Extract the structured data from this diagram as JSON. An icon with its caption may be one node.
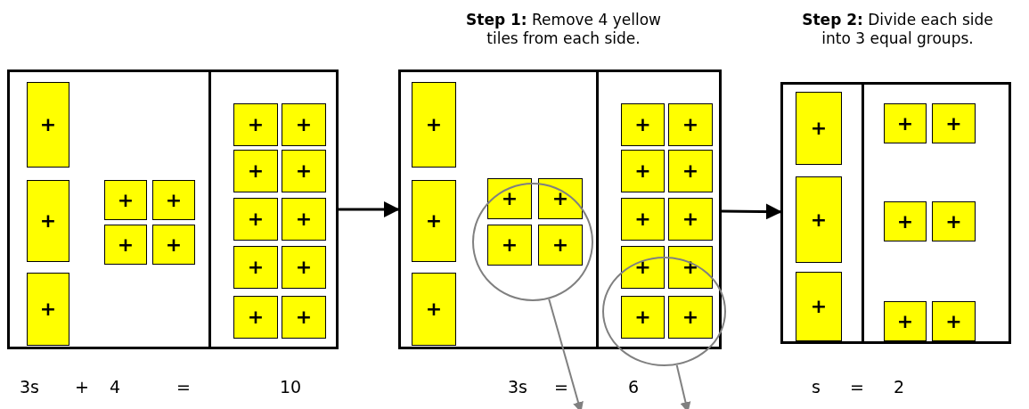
{
  "diagram": {
    "nodes": [
      {
        "text": [],
        "shape": "box"
      },
      {
        "text": [],
        "shape": "box",
        "in": 0
      },
      {
        "text": [],
        "shape": "box",
        "in": 0
      },
      {
        "text": [
          "+"
        ],
        "in": 1
      },
      {
        "text": [
          "+"
        ],
        "in": 1
      },
      {
        "text": [
          "+"
        ],
        "in": 1
      },
      {
        "text": [
          "+"
        ],
        "in": 1
      },
      {
        "text": [
          "+"
        ],
        "in": 1
      },
      {
        "text": [
          "+"
        ],
        "in": 1
      },
      {
        "text": [
          "+"
        ],
        "in": 1
      },
      {
        "text": [
          "+"
        ],
        "in": 2
      },
      {
        "text": [
          "+"
        ],
        "in": 2
      },
      {
        "text": [
          "+"
        ],
        "in": 2
      },
      {
        "text": [
          "+"
        ],
        "in": 2
      },
      {
        "text": [
          "+"
        ],
        "in": 2
      },
      {
        "text": [
          "+"
        ],
        "in": 2
      },
      {
        "text": [
          "+"
        ],
        "in": 2
      },
      {
        "text": [
          "+"
        ],
        "in": 2
      },
      {
        "text": [
          "+"
        ],
        "in": 2
      },
      {
        "text": [
          "+"
        ],
        "in": 2
      },
      {
        "text": [],
        "shape": "box"
      },
      {
        "text": [],
        "shape": "box",
        "in": 20
      },
      {
        "text": [],
        "shape": "box",
        "in": 20
      },
      {
        "text": [
          "+"
        ],
        "in": 21
      },
      {
        "text": [
          "+"
        ],
        "in": 21
      },
      {
        "text": [
          "+"
        ],
        "in": 21
      },
      {
        "text": [],
        "shape": "circle",
        "in": 21
      },
      {
        "text": [
          "+"
        ],
        "in": 21
      },
      {
        "text": [
          "+"
        ],
        "in": 21
      },
      {
        "text": [
          "+"
        ],
        "in": 26
      },
      {
        "text": [
          "+"
        ],
        "in": 26
      },
      {
        "text": [],
        "shape": "circle",
        "in": 20
      },
      {
        "text": [
          "+"
        ],
        "in": 22
      },
      {
        "text": [
          "+"
        ],
        "in": 22
      },
      {
        "text": [
          "+"
        ],
        "in": 22
      },
      {
        "text": [
          "+"
        ],
        "in": 22
      },
      {
        "text": [
          "+"
        ],
        "in": 22
      },
      {
        "text": [
          "+"
        ],
        "in": 22
      },
      {
        "text": [
          "+"
        ],
        "in": 22
      },
      {
        "text": [
          "+"
        ],
        "in": 22
      },
      {
        "text": [
          "+"
        ],
        "in": 31
      },
      {
        "text": [
          "+"
        ],
        "in": 31
      },
      {
        "text": [],
        "shape": "box"
      },
      {
        "text": [],
        "shape": "box",
        "in": 42
      },
      {
        "text": [],
        "shape": "box",
        "in": 42
      },
      {
        "text": [
          "+"
        ],
        "in": 43
      },
      {
        "text": [
          "+"
        ],
        "in": 43
      },
      {
        "text": [
          "+"
        ],
        "in": 43
      },
      {
        "text": [
          "+"
        ],
        "in": 44
      },
      {
        "text": [
          "+"
        ],
        "in": 44
      },
      {
        "text": [
          "+"
        ],
        "in": 44
      },
      {
        "text": [
          "+"
        ],
        "in": 44
      },
      {
        "text": [
          "+"
        ],
        "in": 44
      },
      {
        "text": [
          "+"
        ],
        "in": 44
      }
    ],
    "edges": [
      {
        "from": 0,
        "to": 20,
        "arrow": "to"
      },
      {
        "from": 20,
        "to": 42,
        "arrow": "to"
      },
      {
        "from": 26,
        "to": null,
        "arrow": "to",
        "color": "#808080"
      },
      {
        "from": 31,
        "to": null,
        "arrow": "to",
        "color": "#808080"
      }
    ],
    "labels": [
      "**Step 1:** Remove 4 yellow tiles from each side.",
      "**Step 2:** Divide each side into 3 equal groups.",
      "3s",
      "+",
      "4",
      "=",
      "10",
      "3s",
      "=",
      "6",
      "s",
      "=",
      "2"
    ]
  }
}
